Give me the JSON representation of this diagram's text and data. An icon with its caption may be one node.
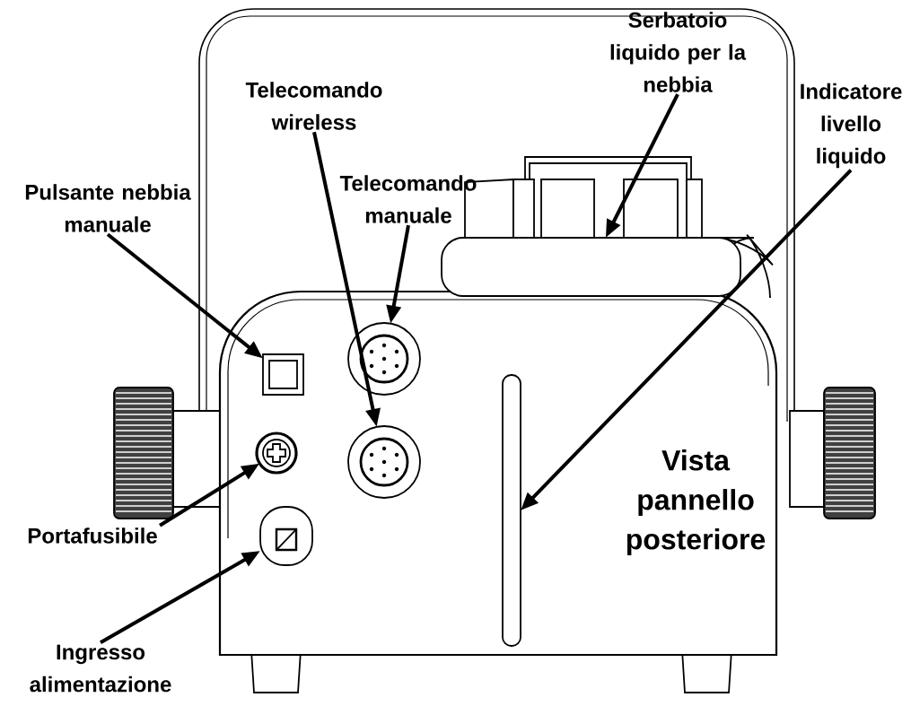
{
  "diagram": {
    "nodes": [
      {
        "text": [
          "Pulsante nebbia manuale"
        ]
      },
      {
        "text": [
          "Telecomando wireless"
        ]
      },
      {
        "text": [
          "Telecomando manuale"
        ]
      },
      {
        "text": [
          "Serbatoio liquido per la nebbia"
        ]
      },
      {
        "text": [
          "Indicatore livello liquido"
        ]
      },
      {
        "text": [
          "Portafusibile"
        ]
      },
      {
        "text": [
          "Ingresso alimentazione"
        ]
      },
      {
        "text": [],
        "shape": "box"
      },
      {
        "text": [],
        "shape": "circle"
      },
      {
        "text": [],
        "shape": "box"
      },
      {
        "text": [],
        "shape": "circle"
      },
      {
        "text": [],
        "shape": "circle"
      },
      {
        "text": [],
        "shape": "bar"
      },
      {
        "text": [],
        "shape": "box"
      }
    ],
    "edges": [
      {
        "from": 0,
        "to": 9,
        "arrow": "to"
      },
      {
        "from": 1,
        "to": 11,
        "arrow": "to"
      },
      {
        "from": 2,
        "to": 8,
        "arrow": "to"
      },
      {
        "from": 3,
        "to": 7,
        "arrow": "to"
      },
      {
        "from": 4,
        "to": 12,
        "arrow": "to"
      },
      {
        "from": 5,
        "to": 10,
        "arrow": "to"
      },
      {
        "from": 6,
        "to": 13,
        "arrow": "to"
      }
    ],
    "labels": [
      "Vista pannello posteriore"
    ]
  }
}
